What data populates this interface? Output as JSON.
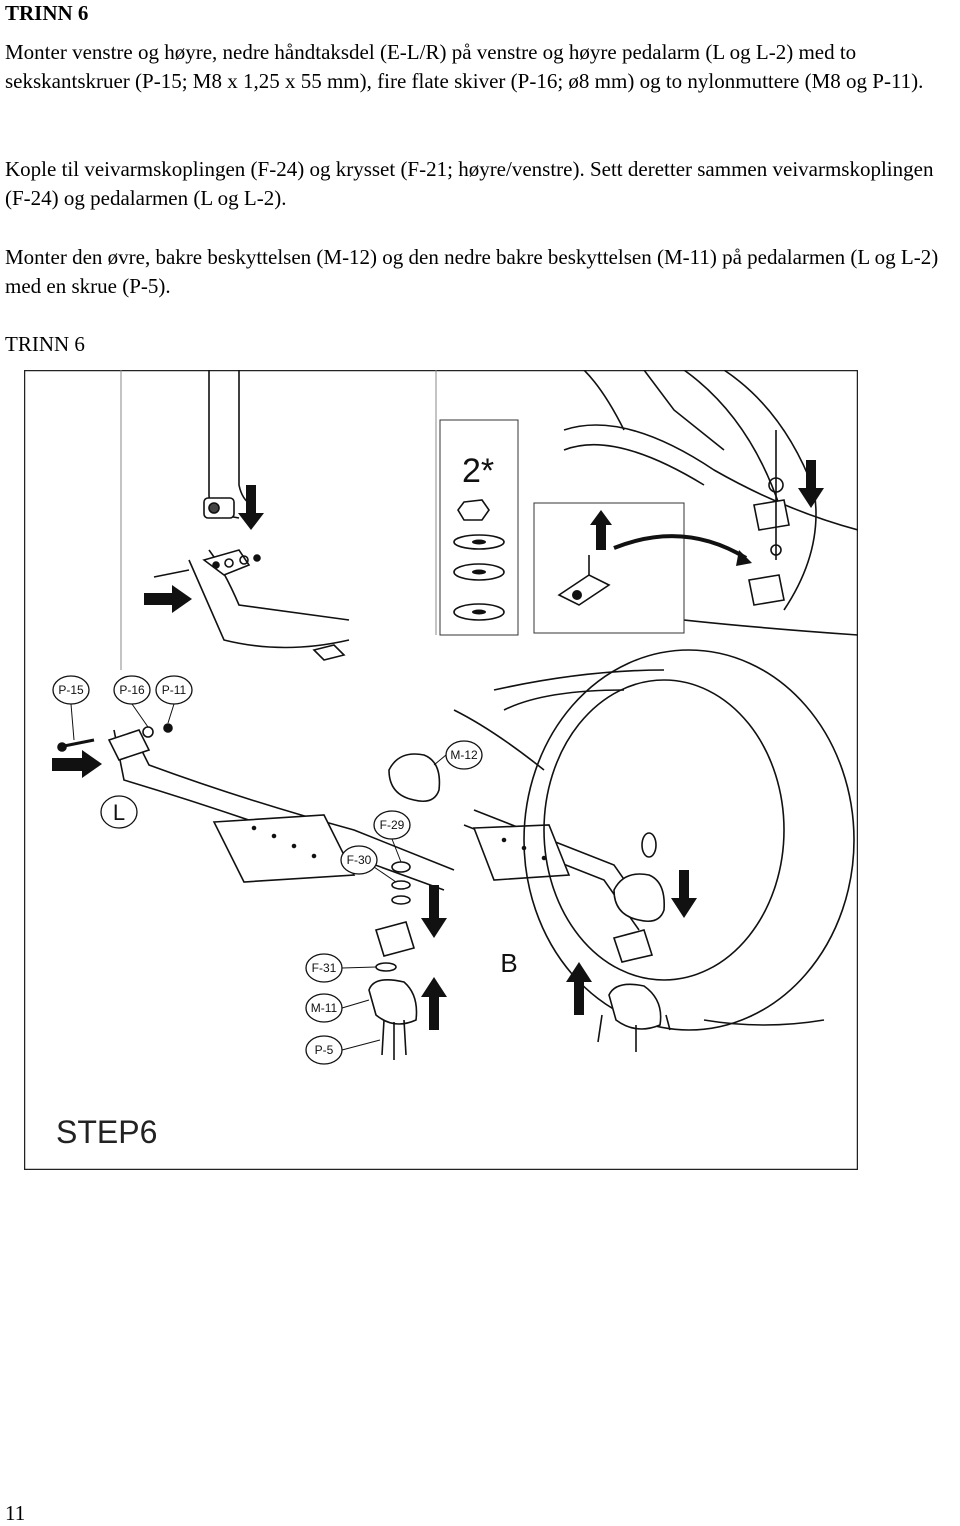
{
  "heading": "TRINN 6",
  "paragraphs": [
    "Monter venstre og høyre, nedre håndtaksdel (E-L/R) på venstre og høyre pedalarm (L og L-2) med to sekskantskruer (P-15; M8 x 1,25 x 55 mm), fire flate skiver (P-16; ø8 mm) og to nylonmuttere (M8 og P-11).",
    "Kople til veivarmskoplingen (F-24) og krysset (F-21; høyre/venstre). Sett deretter sammen veivarmskoplingen (F-24) og pedalarmen (L og L-2).",
    "Monter den øvre, bakre beskyttelsen (M-12) og den nedre bakre beskyttelsen (M-11) på pedalarmen (L og L-2) med en skrue (P-5)."
  ],
  "subheading": "TRINN 6",
  "figure": {
    "caption": "STEP6",
    "hardware_count": "2*",
    "part_labels": {
      "p15": "P-15",
      "p16": "P-16",
      "p11": "P-11",
      "l": "L",
      "m12": "M-12",
      "f29": "F-29",
      "f30": "F-30",
      "f31": "F-31",
      "m11": "M-11",
      "p5": "P-5",
      "b": "B"
    }
  },
  "page_number": "11"
}
